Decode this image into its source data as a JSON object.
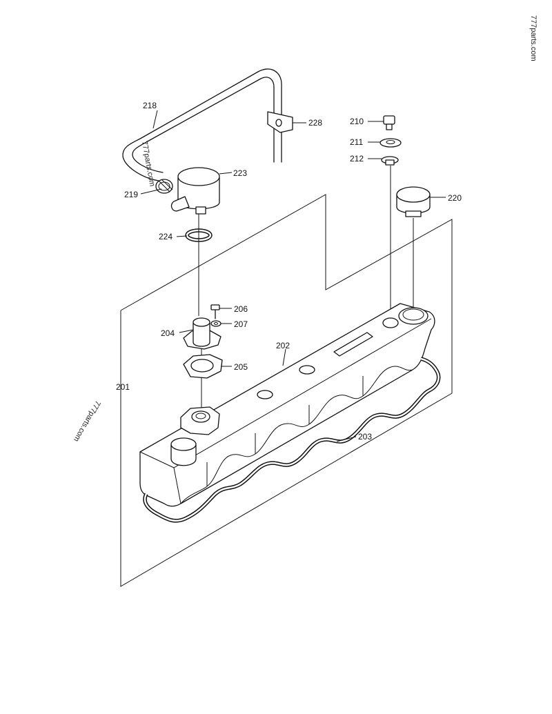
{
  "watermarks": {
    "top_right": "777parts.com",
    "near_hose": "777parts.com",
    "left": "777parts.com"
  },
  "labels": {
    "p201": "201",
    "p202": "202",
    "p203": "203",
    "p204": "204",
    "p205": "205",
    "p206": "206",
    "p207": "207",
    "p210": "210",
    "p211": "211",
    "p212": "212",
    "p218": "218",
    "p219": "219",
    "p220": "220",
    "p223": "223",
    "p224": "224",
    "p228": "228"
  }
}
